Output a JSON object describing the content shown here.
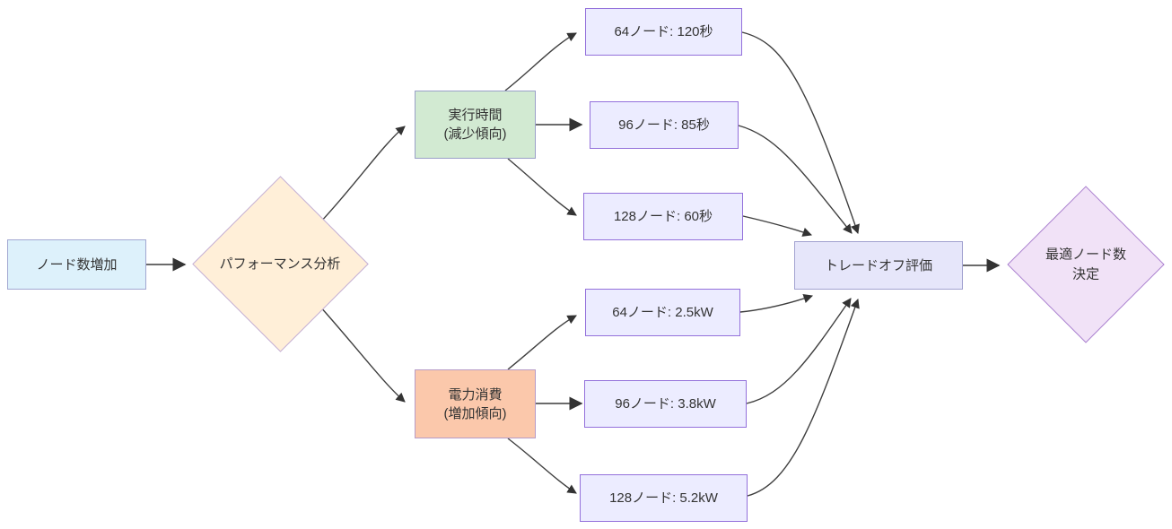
{
  "diagram": {
    "type": "flowchart",
    "direction": "left-to-right",
    "nodes": {
      "node_increase": {
        "label": "ノード数増加",
        "shape": "rect"
      },
      "perf_analysis": {
        "label": "パフォーマンス分析",
        "shape": "diamond"
      },
      "exec_time": {
        "line1": "実行時間",
        "line2": "(減少傾向)",
        "shape": "rect"
      },
      "power_use": {
        "line1": "電力消費",
        "line2": "(増加傾向)",
        "shape": "rect"
      },
      "time_64": {
        "label": "64ノード: 120秒",
        "shape": "rect"
      },
      "time_96": {
        "label": "96ノード: 85秒",
        "shape": "rect"
      },
      "time_128": {
        "label": "128ノード: 60秒",
        "shape": "rect"
      },
      "power_64": {
        "label": "64ノード: 2.5kW",
        "shape": "rect"
      },
      "power_96": {
        "label": "96ノード: 3.8kW",
        "shape": "rect"
      },
      "power_128": {
        "label": "128ノード: 5.2kW",
        "shape": "rect"
      },
      "tradeoff": {
        "label": "トレードオフ評価",
        "shape": "rect"
      },
      "optimal": {
        "line1": "最適ノード数",
        "line2": "決定",
        "shape": "diamond"
      }
    },
    "edges": [
      {
        "from": "node_increase",
        "to": "perf_analysis"
      },
      {
        "from": "perf_analysis",
        "to": "exec_time"
      },
      {
        "from": "perf_analysis",
        "to": "power_use"
      },
      {
        "from": "exec_time",
        "to": "time_64"
      },
      {
        "from": "exec_time",
        "to": "time_96"
      },
      {
        "from": "exec_time",
        "to": "time_128"
      },
      {
        "from": "power_use",
        "to": "power_64"
      },
      {
        "from": "power_use",
        "to": "power_96"
      },
      {
        "from": "power_use",
        "to": "power_128"
      },
      {
        "from": "time_64",
        "to": "tradeoff"
      },
      {
        "from": "time_96",
        "to": "tradeoff"
      },
      {
        "from": "time_128",
        "to": "tradeoff"
      },
      {
        "from": "power_64",
        "to": "tradeoff"
      },
      {
        "from": "power_96",
        "to": "tradeoff"
      },
      {
        "from": "power_128",
        "to": "tradeoff"
      },
      {
        "from": "tradeoff",
        "to": "optimal"
      }
    ],
    "colors": {
      "node_increase_fill": "#ddf1fb",
      "node_increase_border": "#a2a7d1",
      "perf_analysis_fill": "#ffefd8",
      "perf_analysis_border": "#c3aed6",
      "exec_time_fill": "#d2ead2",
      "exec_time_border": "#9aa0c8",
      "power_use_fill": "#fbc8ab",
      "power_use_border": "#b79cc8",
      "default_node_fill": "#ECECFF",
      "default_node_border": "#9370DB",
      "optimal_fill": "#f1e2f7",
      "optimal_border": "#aa80cf",
      "edge_stroke": "#3f3f3f",
      "text": "#333333",
      "background": "#ffffff"
    }
  }
}
